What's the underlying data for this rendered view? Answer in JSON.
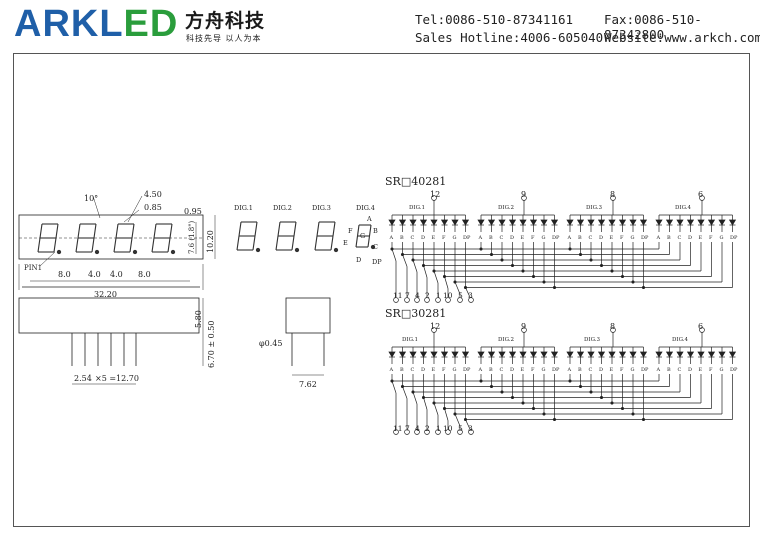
{
  "header": {
    "logo_main": "ARKL",
    "logo_accent": "ED",
    "logo_cn": "方舟科技",
    "slogan": "科技先导  以人为本",
    "tel": "Tel:0086-510-87341161",
    "fax": "Fax:0086-510-87342800",
    "hotline": "Sales Hotline:4006-605040",
    "website": "Website:www.arkch.com"
  },
  "front_view": {
    "dims": [
      "10°",
      "4.50",
      "0.85",
      "0.95",
      "8.0",
      "4.0",
      "4.0",
      "8.0",
      "32.20",
      "10.20",
      "7.6 (1.8\")"
    ],
    "pin_label": "PIN1"
  },
  "side_view": {
    "dims": [
      "5.80",
      "6.70 ± 0.50",
      "2.54",
      "×5 =12.70"
    ]
  },
  "end_view": {
    "dims": [
      "φ0.45",
      "7.62"
    ]
  },
  "digit_view": {
    "digits": [
      "DIG.1",
      "DIG.2",
      "DIG.3",
      "DIG.4"
    ],
    "segments": [
      "A",
      "B",
      "C",
      "D",
      "E",
      "F",
      "G",
      "DP"
    ]
  },
  "circuits": [
    {
      "model": "SR□40281",
      "common_pins": [
        "12",
        "9",
        "8",
        "6"
      ],
      "digits": [
        "DIG.1",
        "DIG.2",
        "DIG.3",
        "DIG.4"
      ],
      "segments": [
        "A",
        "B",
        "C",
        "D",
        "E",
        "F",
        "G",
        "DP"
      ],
      "segment_pins": [
        "11",
        "7",
        "4",
        "2",
        "1",
        "10",
        "5",
        "3"
      ]
    },
    {
      "model": "SR□30281",
      "common_pins": [
        "12",
        "9",
        "8",
        "6"
      ],
      "digits": [
        "DIG.1",
        "DIG.2",
        "DIG.3",
        "DIG.4"
      ],
      "segments": [
        "A",
        "B",
        "C",
        "D",
        "E",
        "F",
        "G",
        "DP"
      ],
      "segment_pins": [
        "11",
        "7",
        "4",
        "2",
        "1",
        "10",
        "5",
        "3"
      ]
    }
  ]
}
